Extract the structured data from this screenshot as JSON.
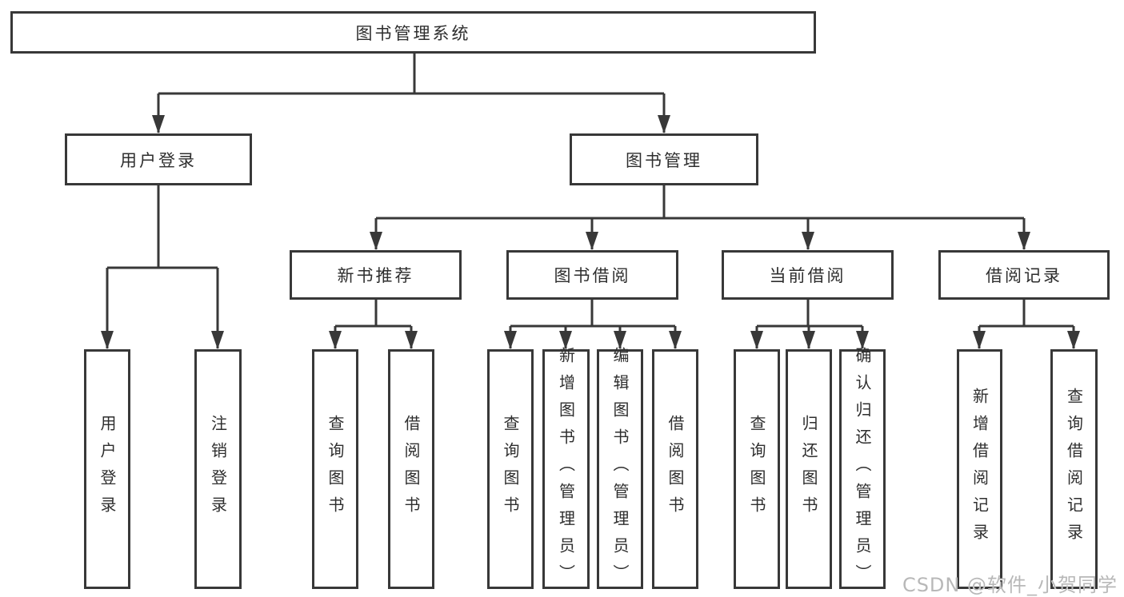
{
  "root": {
    "label": "图书管理系统"
  },
  "level2": [
    {
      "label": "用户登录"
    },
    {
      "label": "图书管理"
    }
  ],
  "level3": [
    {
      "label": "新书推荐"
    },
    {
      "label": "图书借阅"
    },
    {
      "label": "当前借阅"
    },
    {
      "label": "借阅记录"
    }
  ],
  "leaves": {
    "login": [
      "用户登录",
      "注销登录"
    ],
    "recommend": [
      "查询图书",
      "借阅图书"
    ],
    "borrow": [
      "查询图书",
      "新增图书（管理员）",
      "编辑图书（管理员）",
      "借阅图书"
    ],
    "current": [
      "查询图书",
      "归还图书",
      "确认归还（管理员）"
    ],
    "records": [
      "新增借阅记录",
      "查询借阅记录"
    ]
  },
  "watermark": "CSDN @软件_小贺同学",
  "colors": {
    "line": "#383838",
    "node_border": "#383838",
    "node_fill": "#ffffff",
    "text": "#2e2e2e",
    "watermark": "#b8b8b8",
    "background": "#ffffff"
  }
}
